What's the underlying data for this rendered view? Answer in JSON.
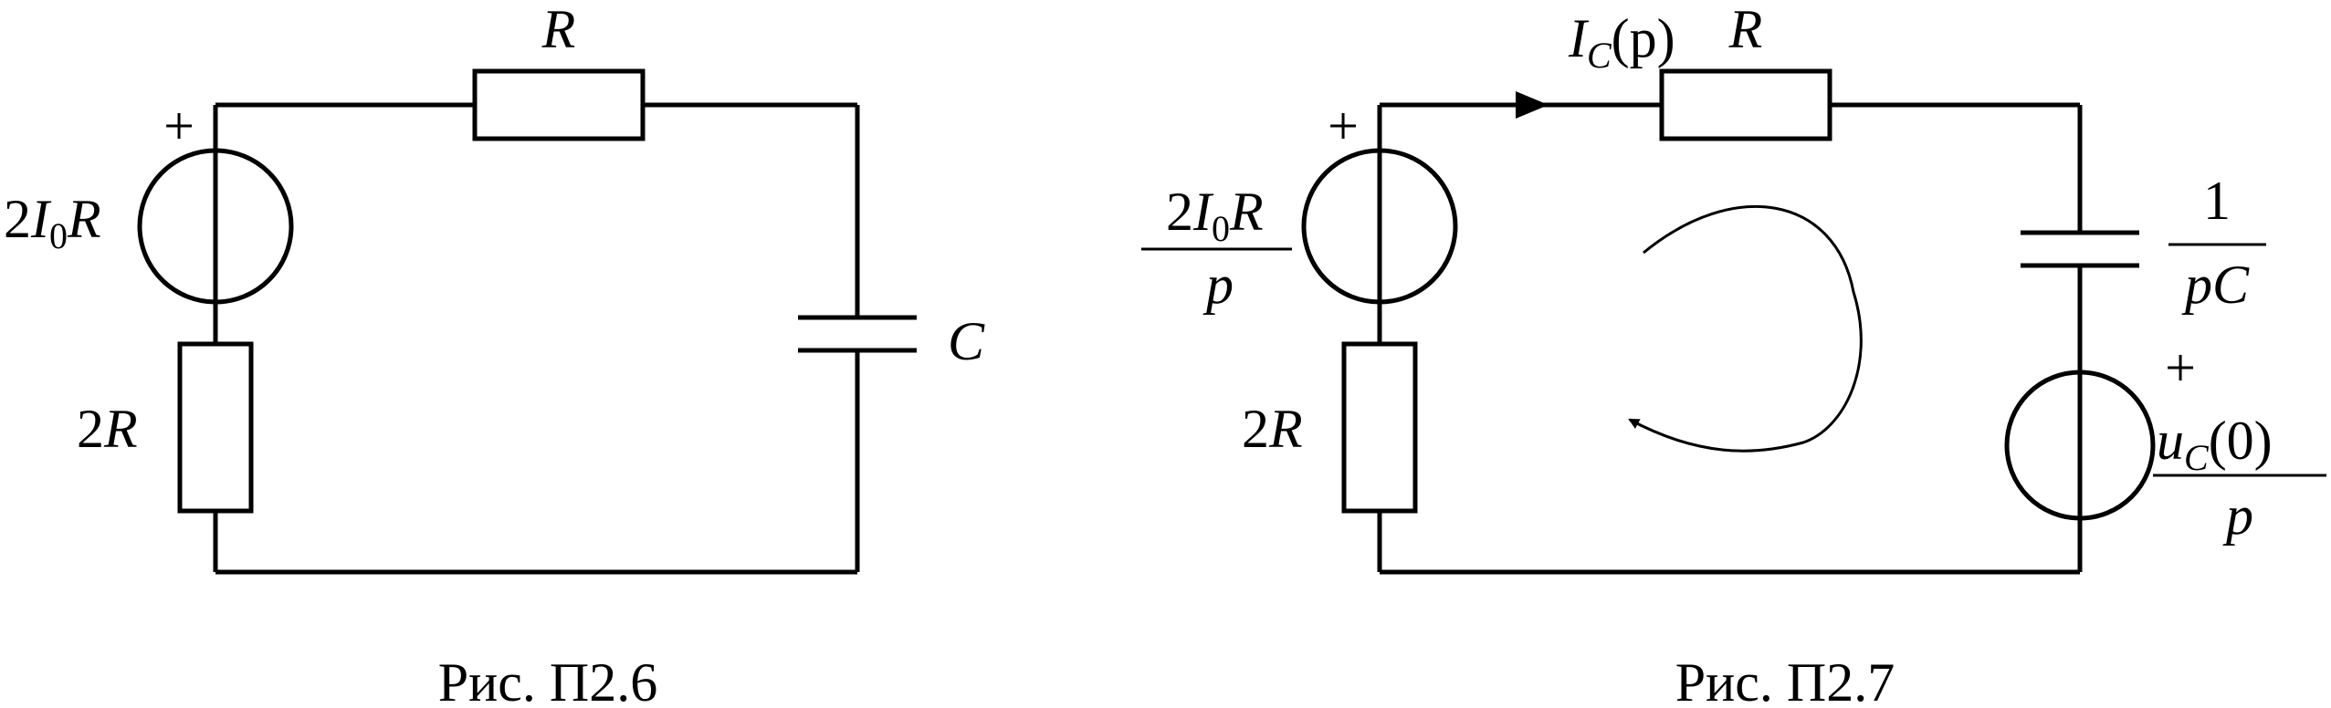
{
  "figure1": {
    "caption": "Рис. П2.6",
    "source_label": {
      "pre": "2",
      "sym": "I",
      "sub": "0",
      "post": "R"
    },
    "source_polarity": "+",
    "resistor_top_label": "R",
    "resistor_left_label": "2R",
    "capacitor_label": "C"
  },
  "figure2": {
    "caption": "Рис. П2.7",
    "current_label": {
      "sym": "I",
      "sub": "C",
      "arg": "(p)"
    },
    "source_label_num": {
      "pre": "2",
      "sym": "I",
      "sub": "0",
      "post": "R"
    },
    "source_label_den": "p",
    "source_polarity": "+",
    "resistor_top_label": "R",
    "resistor_left_label": "2R",
    "capacitor_label_num": "1",
    "capacitor_label_den": "pC",
    "init_source_polarity": "+",
    "init_source_label_num": {
      "sym": "u",
      "sub": "C",
      "arg": "(0)"
    },
    "init_source_label_den": "p"
  },
  "colors": {
    "ink": "#000000",
    "background": "#ffffff"
  }
}
